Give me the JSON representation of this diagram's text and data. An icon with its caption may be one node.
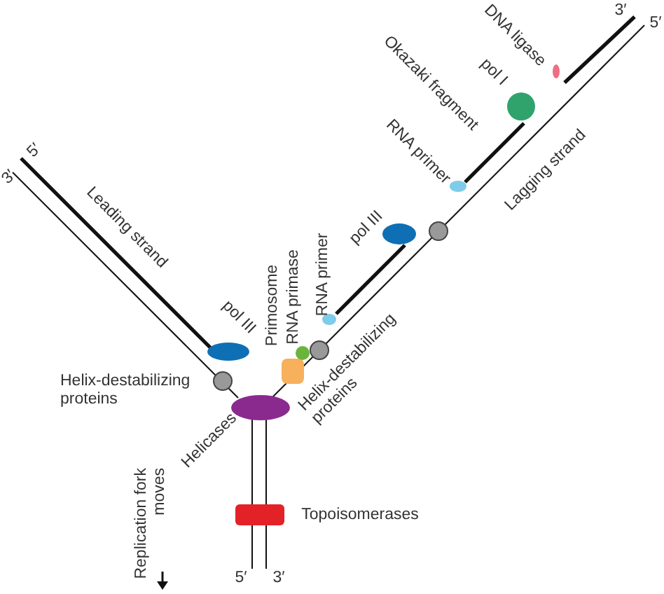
{
  "diagram": {
    "labels": [
      "DNA ligase",
      "3′",
      "5′",
      "Okazaki fragment",
      "pol I",
      "RNA primer",
      "Lagging strand",
      "5′",
      "3′",
      "Leading strand",
      "pol III",
      "pol III",
      "Primosome",
      "RNA primase",
      "RNA primer",
      "Helix-destabilizing proteins",
      "Helix-destabilizing proteins",
      "Helicases",
      "Topoisomerases",
      "Replication fork moves",
      "5′",
      "3′"
    ]
  }
}
